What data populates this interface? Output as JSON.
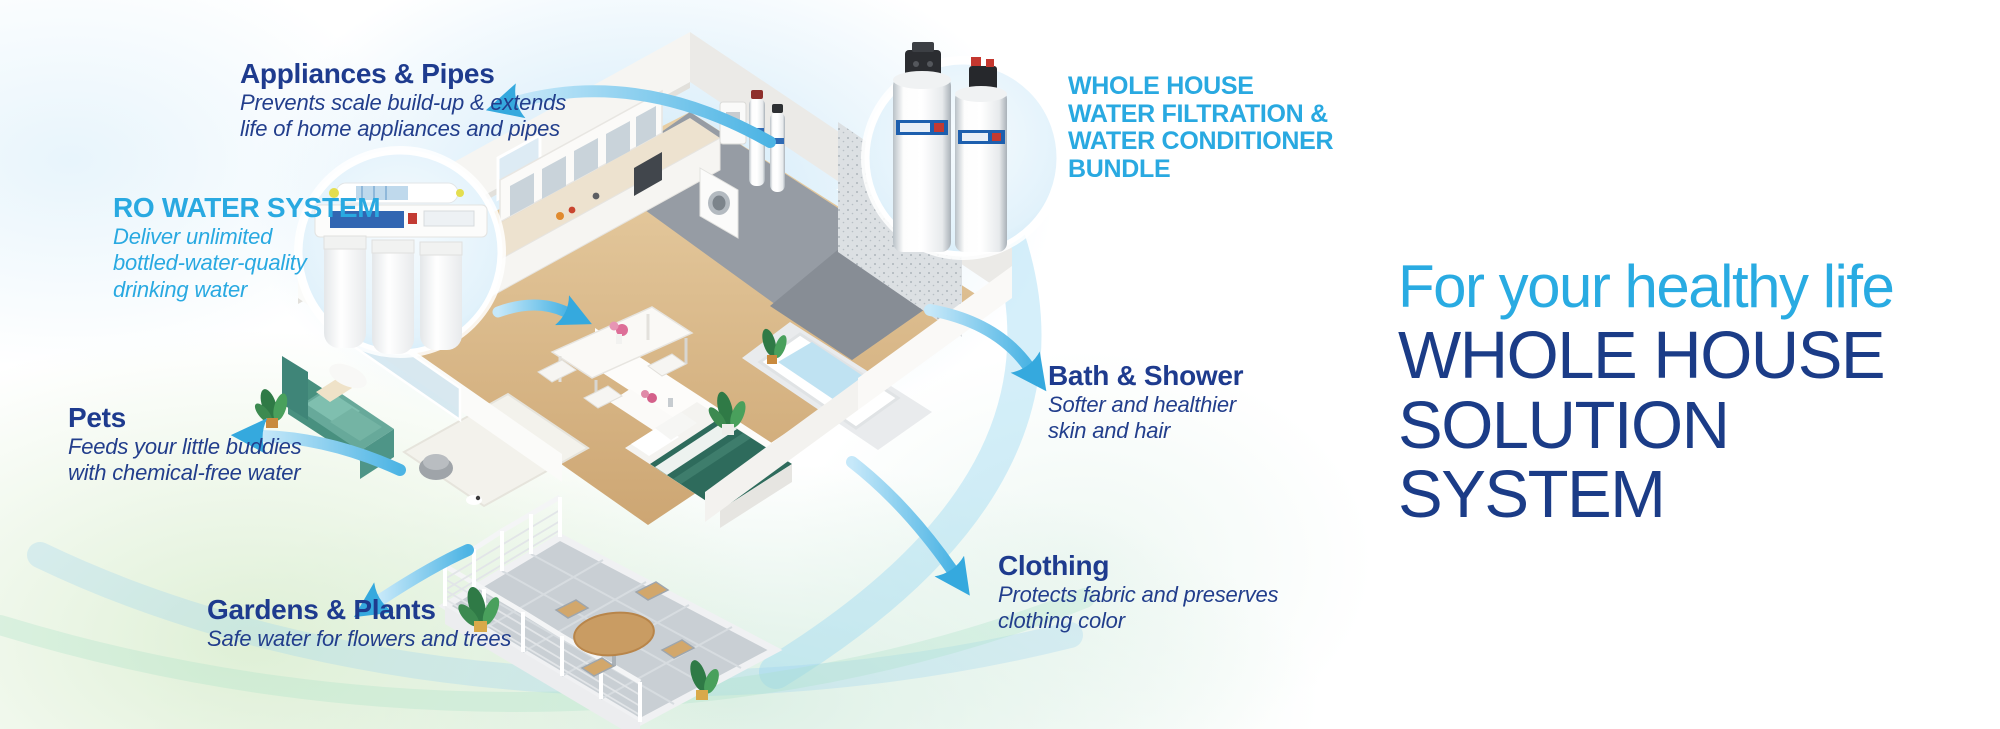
{
  "colors": {
    "accent_cyan": "#29A9E1",
    "title_navy": "#1E3B8E",
    "headline_navy": "#1B3C87",
    "arrow_blue": "#35A9DE"
  },
  "callouts": {
    "appliances": {
      "title": "Appliances & Pipes",
      "line1": "Prevents scale build-up & extends",
      "line2": "life of home appliances and pipes"
    },
    "ro": {
      "title": "RO WATER SYSTEM",
      "line1": "Deliver unlimited",
      "line2": "bottled-water-quality",
      "line3": "drinking water"
    },
    "pets": {
      "title": "Pets",
      "line1": "Feeds your little buddies",
      "line2": "with chemical-free water"
    },
    "gardens": {
      "title": "Gardens & Plants",
      "line1": "Safe water for flowers and trees"
    },
    "bundle": {
      "line1": "WHOLE HOUSE",
      "line2": "WATER FILTRATION &",
      "line3": "WATER CONDITIONER",
      "line4": "BUNDLE"
    },
    "bath": {
      "title": "Bath & Shower",
      "line1": "Softer and healthier",
      "line2": "skin and hair"
    },
    "clothing": {
      "title": "Clothing",
      "line1": "Protects fabric and preserves",
      "line2": "clothing color"
    }
  },
  "headline": {
    "tagline": "For your healthy life",
    "line1": "WHOLE HOUSE",
    "line2": "SOLUTION SYSTEM"
  }
}
